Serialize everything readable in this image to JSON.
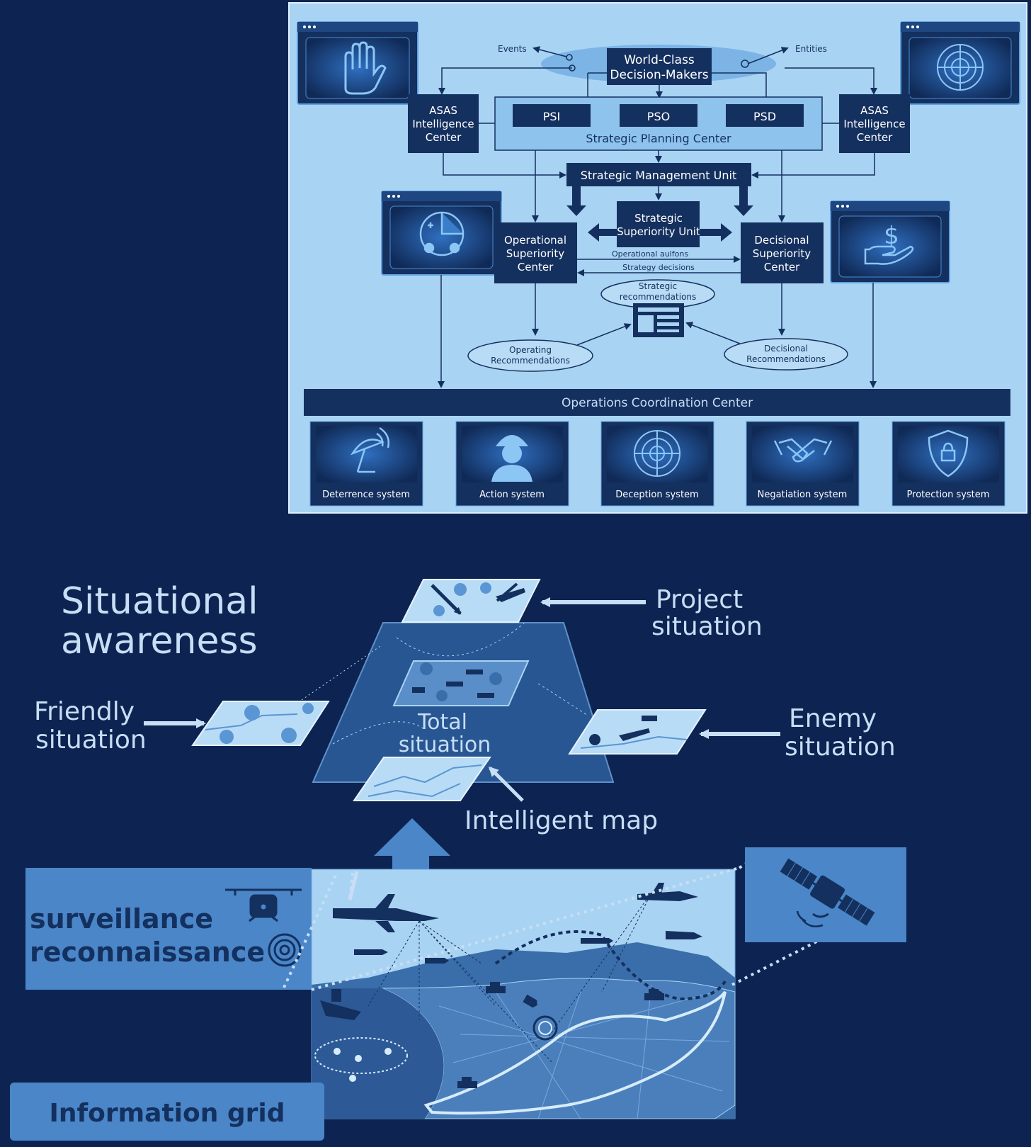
{
  "top_diagram": {
    "decision_makers": "World-Class Decision-Makers",
    "events_label": "Events",
    "entities_label": "Entities",
    "asas_left": [
      "ASAS",
      "Intelligence",
      "Center"
    ],
    "asas_right": [
      "ASAS",
      "Intelligence",
      "Center"
    ],
    "psi": "PSI",
    "pso": "PSO",
    "psd": "PSD",
    "strategic_planning": "Strategic Planning Center",
    "strategic_management": "Strategic Management Unit",
    "strategic_superiority": [
      "Strategic",
      "Superiority Unit"
    ],
    "operational_superiority": [
      "Operational",
      "Superiority",
      "Center"
    ],
    "decisional_superiority": [
      "Decisional",
      "Superiority",
      "Center"
    ],
    "operational_aulfons": "Operational aulfons",
    "strategy_decisions": "Strategy decisions",
    "strategic_recommendations": [
      "Strategic",
      "recommendations"
    ],
    "operating_recommendations": [
      "Operating",
      "Recommendations"
    ],
    "decisional_recommendations": [
      "Decisional",
      "Recommendations"
    ],
    "coordination_center": "Operations Coordination Center",
    "systems": [
      {
        "label": "Deterrence system",
        "icon": "satellite-dish-icon"
      },
      {
        "label": "Action system",
        "icon": "soldier-icon"
      },
      {
        "label": "Deception system",
        "icon": "radar-icon"
      },
      {
        "label": "Negatiation system",
        "icon": "handshake-icon"
      },
      {
        "label": "Protection system",
        "icon": "shield-lock-icon"
      }
    ],
    "window_icons": [
      "hand-icon",
      "radar-icon",
      "strategy-wheel-icon",
      "dollar-hand-icon"
    ]
  },
  "awareness": {
    "title": [
      "Situational",
      "awareness"
    ],
    "project": [
      "Project",
      "situation"
    ],
    "friendly": [
      "Friendly",
      "situation"
    ],
    "total": [
      "Total",
      "situation"
    ],
    "enemy": [
      "Enemy",
      "situation"
    ],
    "intelligent_map": "Intelligent map",
    "surveillance": "surveillance",
    "reconnaissance": "reconnaissance",
    "information_grid": "Information grid"
  },
  "colors": {
    "background": "#0d2452",
    "panel": "#a9d3f3",
    "box": "#14305f",
    "accent": "#4a86c8"
  }
}
